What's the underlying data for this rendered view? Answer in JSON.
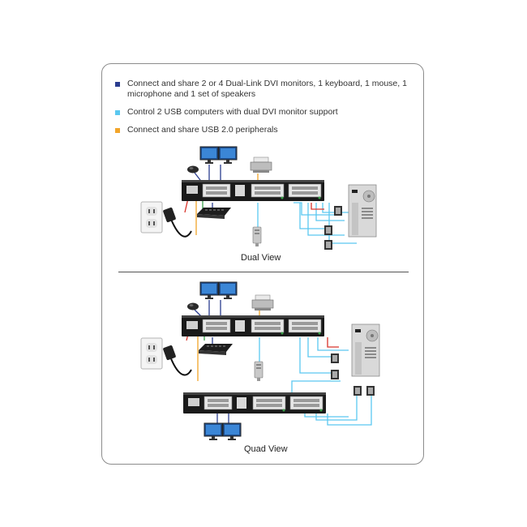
{
  "legend": {
    "items": [
      {
        "text": "Connect and share 2 or 4 Dual-Link DVI monitors, 1 keyboard, 1 mouse, 1 microphone and 1 set of speakers",
        "color": "#2b3d8f"
      },
      {
        "text": "Control 2 USB computers with dual DVI monitor support",
        "color": "#5bc8f0"
      },
      {
        "text": "Connect and share USB 2.0 peripherals",
        "color": "#f2a52a"
      }
    ]
  },
  "views": {
    "dual_label": "Dual View",
    "quad_label": "Quad View"
  },
  "colors": {
    "console": "#2b3d8f",
    "computer": "#5bc8f0",
    "peripheral": "#f2a52a",
    "cable_red": "#d9342b",
    "cable_green": "#3aa04a"
  },
  "icons": [
    "monitor-icon",
    "kvm-switch-icon",
    "printer-icon",
    "wall-outlet-icon",
    "power-adapter-icon",
    "keyboard-icon",
    "mouse-icon",
    "usb-drive-icon",
    "pc-tower-icon",
    "dvi-connector-icon"
  ]
}
